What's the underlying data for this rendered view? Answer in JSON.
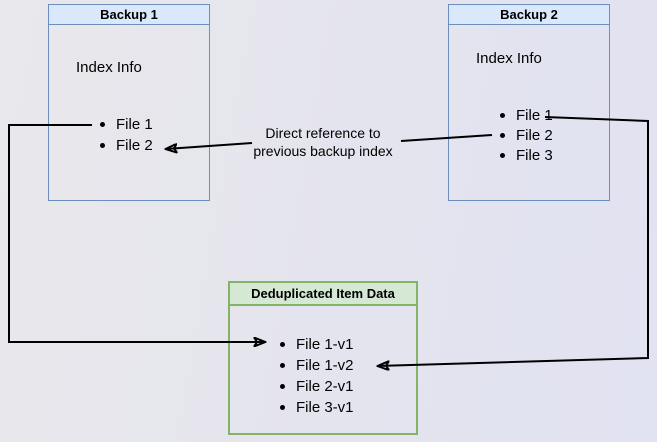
{
  "colors": {
    "blue_border": "#6c8ebf",
    "blue_fill": "#dae8fc",
    "green_border": "#82b366",
    "green_fill": "#d5e8d4",
    "arrow": "#000000",
    "bg_from": "#e9e8ec",
    "bg_mid": "#e4e4ee",
    "bg_to": "#e1e2f2"
  },
  "backup1": {
    "title": "Backup 1",
    "subtitle": "Index Info",
    "items": [
      "File 1",
      "File 2"
    ]
  },
  "backup2": {
    "title": "Backup 2",
    "subtitle": "Index Info",
    "items": [
      "File 1",
      "File 2",
      "File 3"
    ]
  },
  "dedup": {
    "title": "Deduplicated Item Data",
    "items": [
      "File 1-v1",
      "File 1-v2",
      "File 2-v1",
      "File 3-v1"
    ]
  },
  "annotation": {
    "line1": "Direct reference to",
    "line2": "previous backup index"
  }
}
